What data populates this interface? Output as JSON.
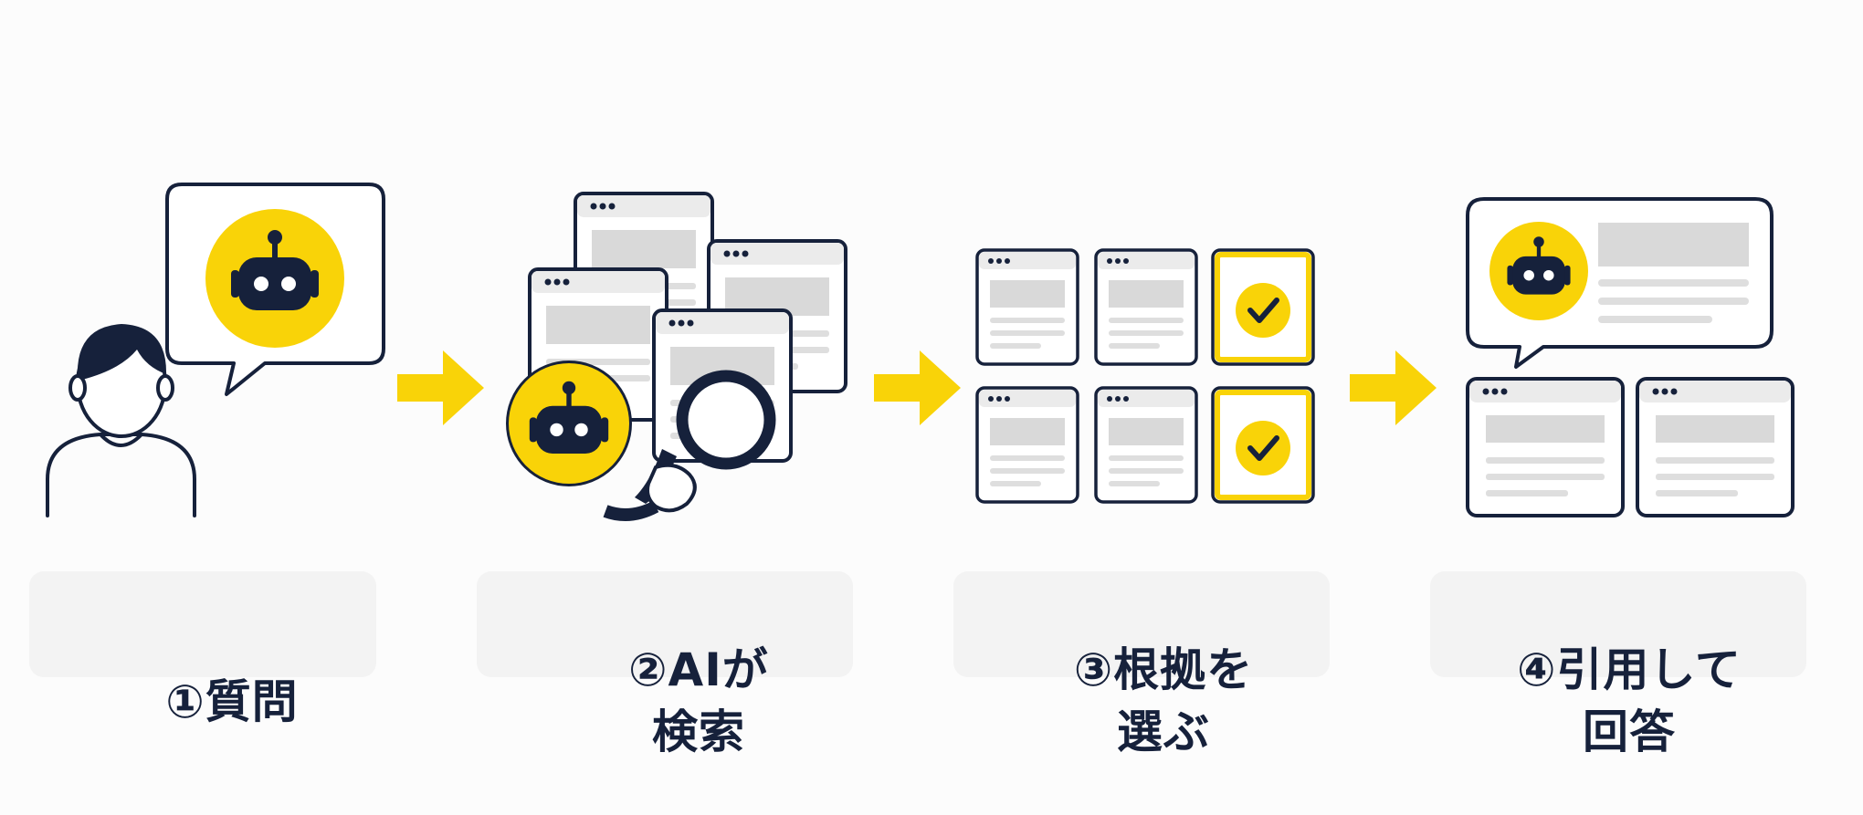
{
  "colors": {
    "navy": "#16213b",
    "yellow": "#f9d308",
    "gray_block": "#d9d9d9",
    "gray_line": "#dedede",
    "panel_bg": "#f3f3f3",
    "page_bg": "#fcfcfc"
  },
  "steps": [
    {
      "label_lines": [
        "①質問"
      ],
      "icon": "user-question-bubble-icon"
    },
    {
      "label_lines": [
        "②AIが",
        "検索"
      ],
      "icon": "robot-search-pages-icon"
    },
    {
      "label_lines": [
        "③根拠を",
        "選ぶ"
      ],
      "icon": "select-evidence-cards-icon"
    },
    {
      "label_lines": [
        "④引用して",
        "回答"
      ],
      "icon": "cited-answer-bubble-icon"
    }
  ],
  "arrows": [
    "arrow-right-icon",
    "arrow-right-icon",
    "arrow-right-icon"
  ]
}
